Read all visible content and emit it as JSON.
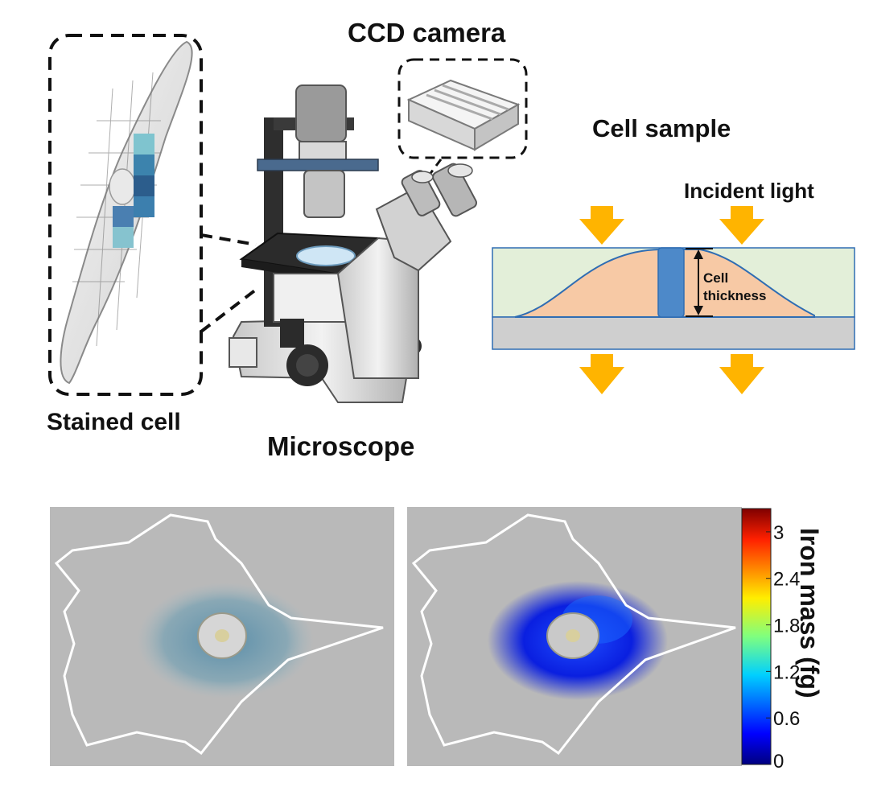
{
  "labels": {
    "ccd_camera": "CCD camera",
    "cell_sample": "Cell sample",
    "incident_light": "Incident light",
    "cell_thickness_line1": "Cell",
    "cell_thickness_line2": "thickness",
    "stained_cell": "Stained cell",
    "microscope": "Microscope"
  },
  "colorbar": {
    "title": "Iron mass (fg)",
    "ticks": [
      "3",
      "2.4",
      "1.8",
      "1.2",
      "0.6",
      "0"
    ],
    "range": [
      0,
      3.3
    ],
    "colormap": "jet"
  },
  "colors": {
    "arrow": "#ffb400",
    "cell_body": "#f7c9a5",
    "medium": "#e3efd9",
    "substrate": "#cfcfcf",
    "outline": "#2f6db3",
    "stain": "#3a7ea3",
    "micrograph_bg": "#b9b9b9"
  }
}
